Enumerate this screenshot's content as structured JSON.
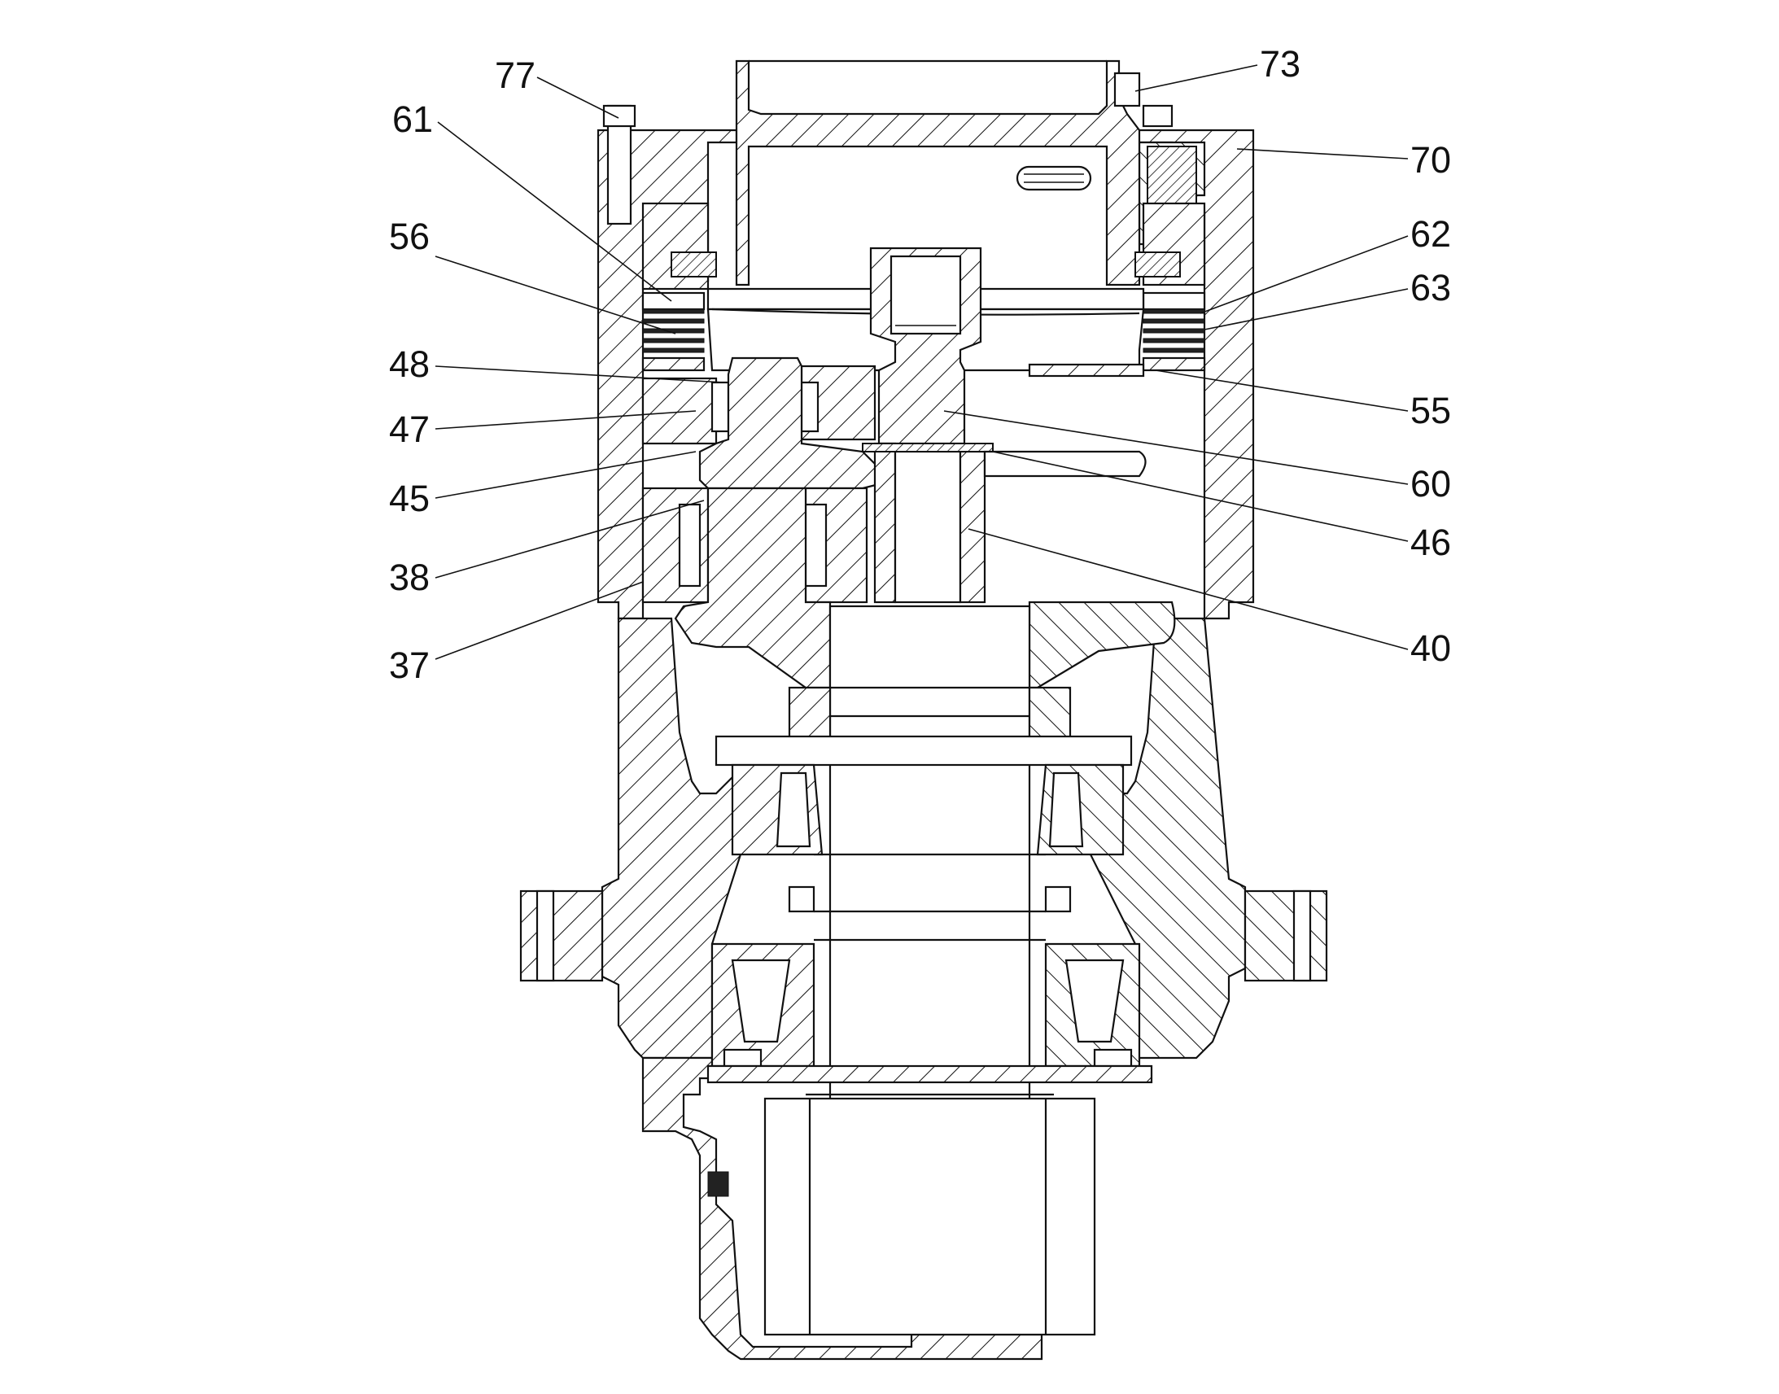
{
  "diagram": {
    "labels": [
      {
        "id": "77",
        "text": "77"
      },
      {
        "id": "73",
        "text": "73"
      },
      {
        "id": "61",
        "text": "61"
      },
      {
        "id": "70",
        "text": "70"
      },
      {
        "id": "56",
        "text": "56"
      },
      {
        "id": "62",
        "text": "62"
      },
      {
        "id": "63",
        "text": "63"
      },
      {
        "id": "48",
        "text": "48"
      },
      {
        "id": "55",
        "text": "55"
      },
      {
        "id": "47",
        "text": "47"
      },
      {
        "id": "60",
        "text": "60"
      },
      {
        "id": "45",
        "text": "45"
      },
      {
        "id": "46",
        "text": "46"
      },
      {
        "id": "38",
        "text": "38"
      },
      {
        "id": "37",
        "text": "37"
      },
      {
        "id": "40",
        "text": "40"
      }
    ]
  }
}
